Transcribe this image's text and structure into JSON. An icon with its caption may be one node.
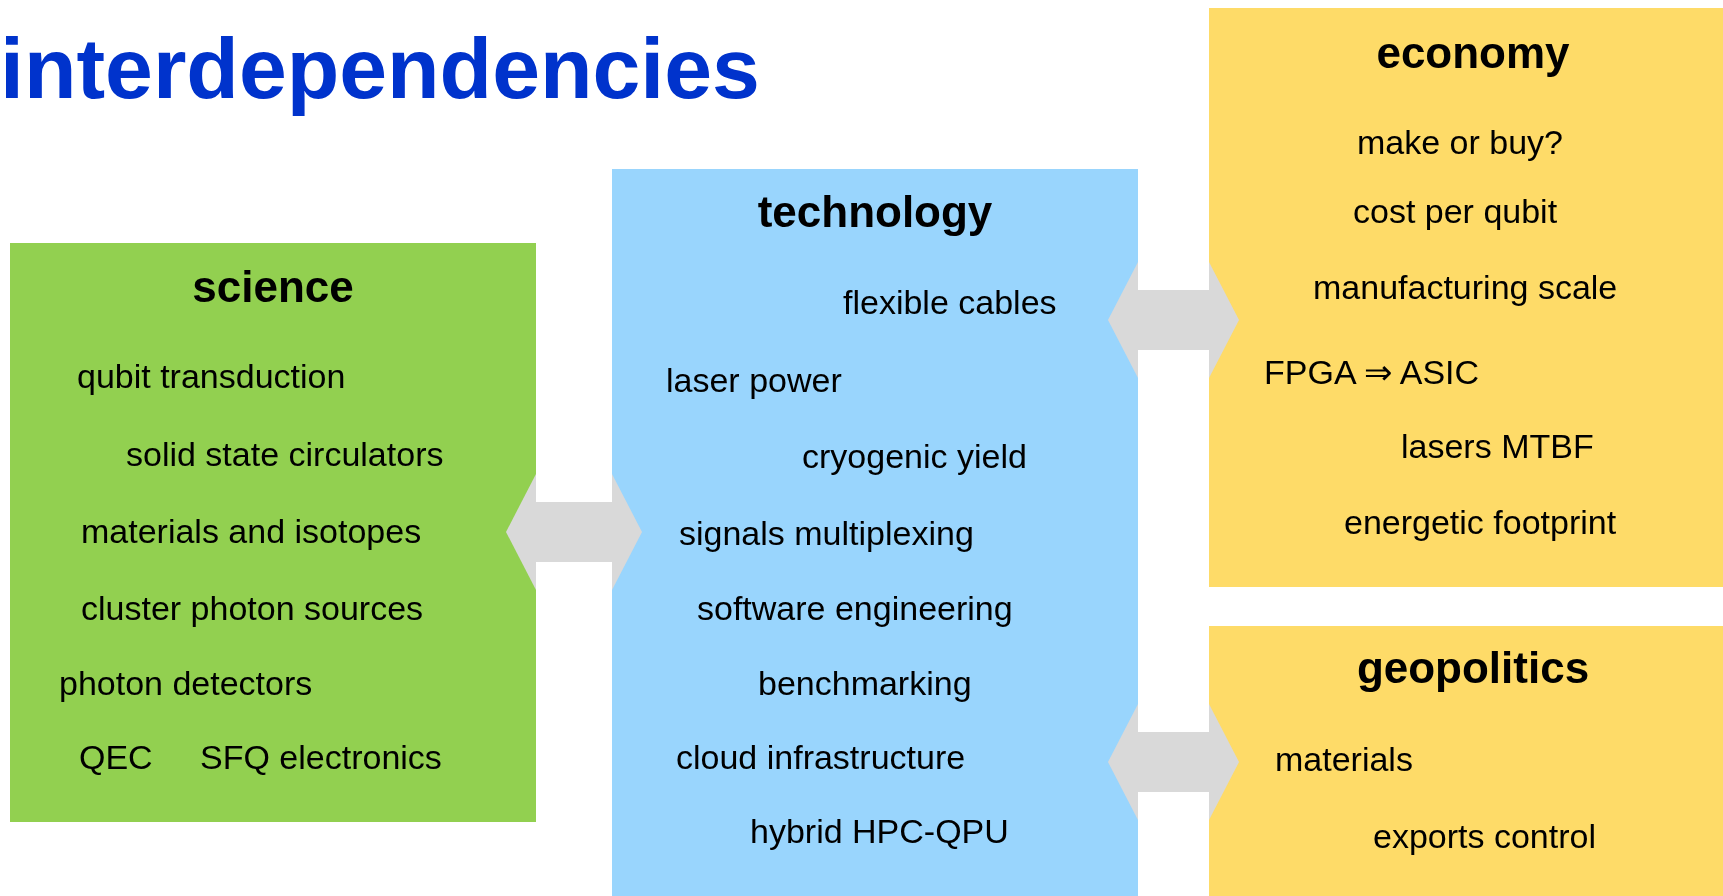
{
  "diagram": {
    "title": "interdependencies",
    "nodes": [
      {
        "text": [
          "science",
          "qubit transduction",
          "solid state circulators",
          "materials and isotopes",
          "cluster photon sources",
          "photon detectors",
          "QEC",
          "SFQ electronics"
        ]
      },
      {
        "text": [
          "technology",
          "flexible cables",
          "laser power",
          "cryogenic yield",
          "signals multiplexing",
          "software engineering",
          "benchmarking",
          "cloud infrastructure",
          "hybrid HPC-QPU"
        ]
      },
      {
        "text": [
          "economy",
          "make or buy?",
          "cost per qubit",
          "manufacturing scale",
          "FPGA ⇒ ASIC",
          "lasers MTBF",
          "energetic footprint"
        ]
      },
      {
        "text": [
          "geopolitics",
          "materials",
          "exports control"
        ]
      }
    ],
    "edges": [
      {
        "from": 0,
        "to": 1,
        "arrow": "both"
      },
      {
        "from": 1,
        "to": 2,
        "arrow": "both"
      },
      {
        "from": 1,
        "to": 3,
        "arrow": "both"
      }
    ]
  }
}
